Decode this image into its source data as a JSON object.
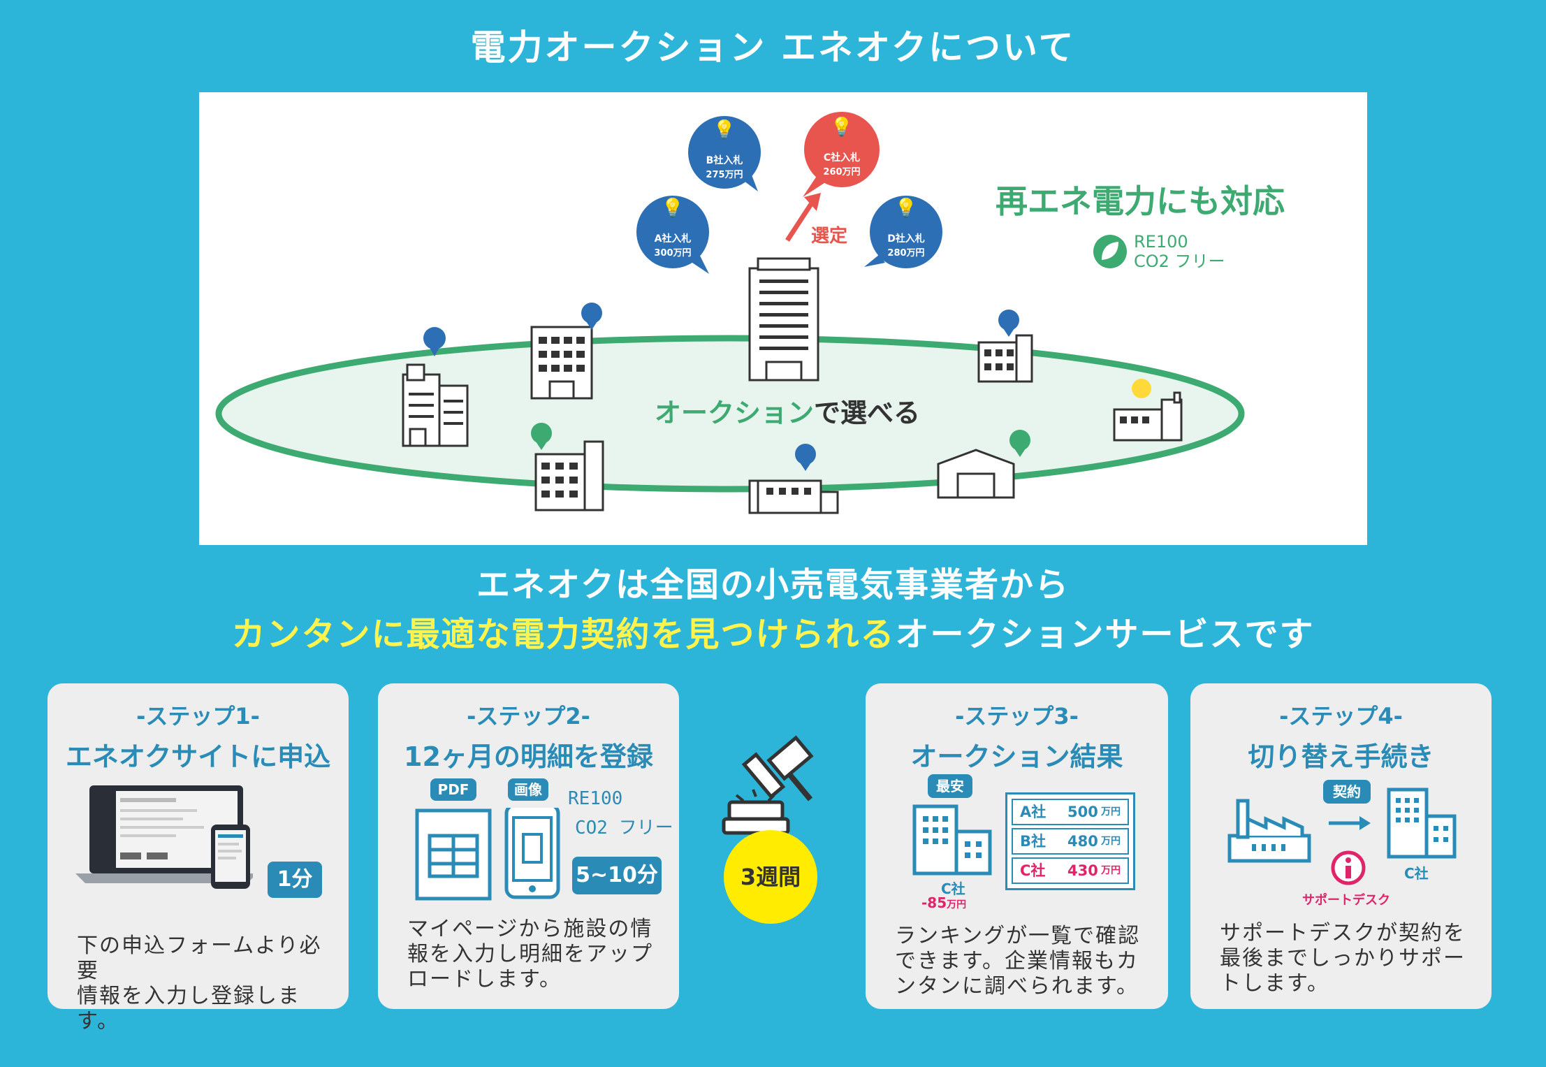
{
  "title": "電力オークション エネオクについて",
  "hero": {
    "renewable": "再エネ電力にも対応",
    "re100": "RE100",
    "co2": "CO2 フリー",
    "center_highlight": "オークション",
    "center_rest": "で選べる",
    "select_label": "選定",
    "bids": [
      {
        "company": "A社入札",
        "price": "300万円"
      },
      {
        "company": "B社入札",
        "price": "275万円"
      },
      {
        "company": "C社入札",
        "price": "260万円"
      },
      {
        "company": "D社入札",
        "price": "280万円"
      }
    ]
  },
  "intro": {
    "line1": "エネオクは全国の小売電気事業者から",
    "line2_highlight": "カンタンに最適な電力契約を見つけられる",
    "line2_rest": "オークションサービスです"
  },
  "steps": [
    {
      "step": "-ステップ1-",
      "heading": "エネオクサイトに申込",
      "badge": "1分",
      "desc": [
        "下の申込フォームより必要",
        "情報を入力し登録します。"
      ]
    },
    {
      "step": "-ステップ2-",
      "heading": "12ヶ月の明細を登録",
      "badge": "5~10分",
      "pdf": "PDF",
      "image": "画像",
      "re100": "RE100",
      "co2": "CO2 フリー",
      "desc": [
        "マイページから施設の情",
        "報を入力し明細をアップ",
        "ロードします。"
      ]
    },
    {
      "step": "-ステップ3-",
      "heading": "オークション結果",
      "cheapest": "最安",
      "rank": [
        {
          "company": "A社",
          "price": "500",
          "unit": "万円"
        },
        {
          "company": "B社",
          "price": "480",
          "unit": "万円"
        },
        {
          "company": "C社",
          "price": "430",
          "unit": "万円"
        }
      ],
      "winner": "C社",
      "saving": "-85",
      "saving_unit": "万円",
      "desc": [
        "ランキングが一覧で確認",
        "できます。企業情報もカ",
        "ンタンに調べられます。"
      ]
    },
    {
      "step": "-ステップ4-",
      "heading": "切り替え手続き",
      "contract": "契約",
      "target": "C社",
      "support": "サポートデスク",
      "desc": [
        "サポートデスクが契約を",
        "最後までしっかりサポー",
        "トします。"
      ]
    }
  ],
  "weeks": "3週間",
  "colors": {
    "background": "#2cb5d9",
    "accent_blue": "#2a8cb6",
    "highlight_yellow": "#fff34d",
    "green": "#3daa72",
    "red": "#e8554e",
    "pink": "#e0246a"
  }
}
